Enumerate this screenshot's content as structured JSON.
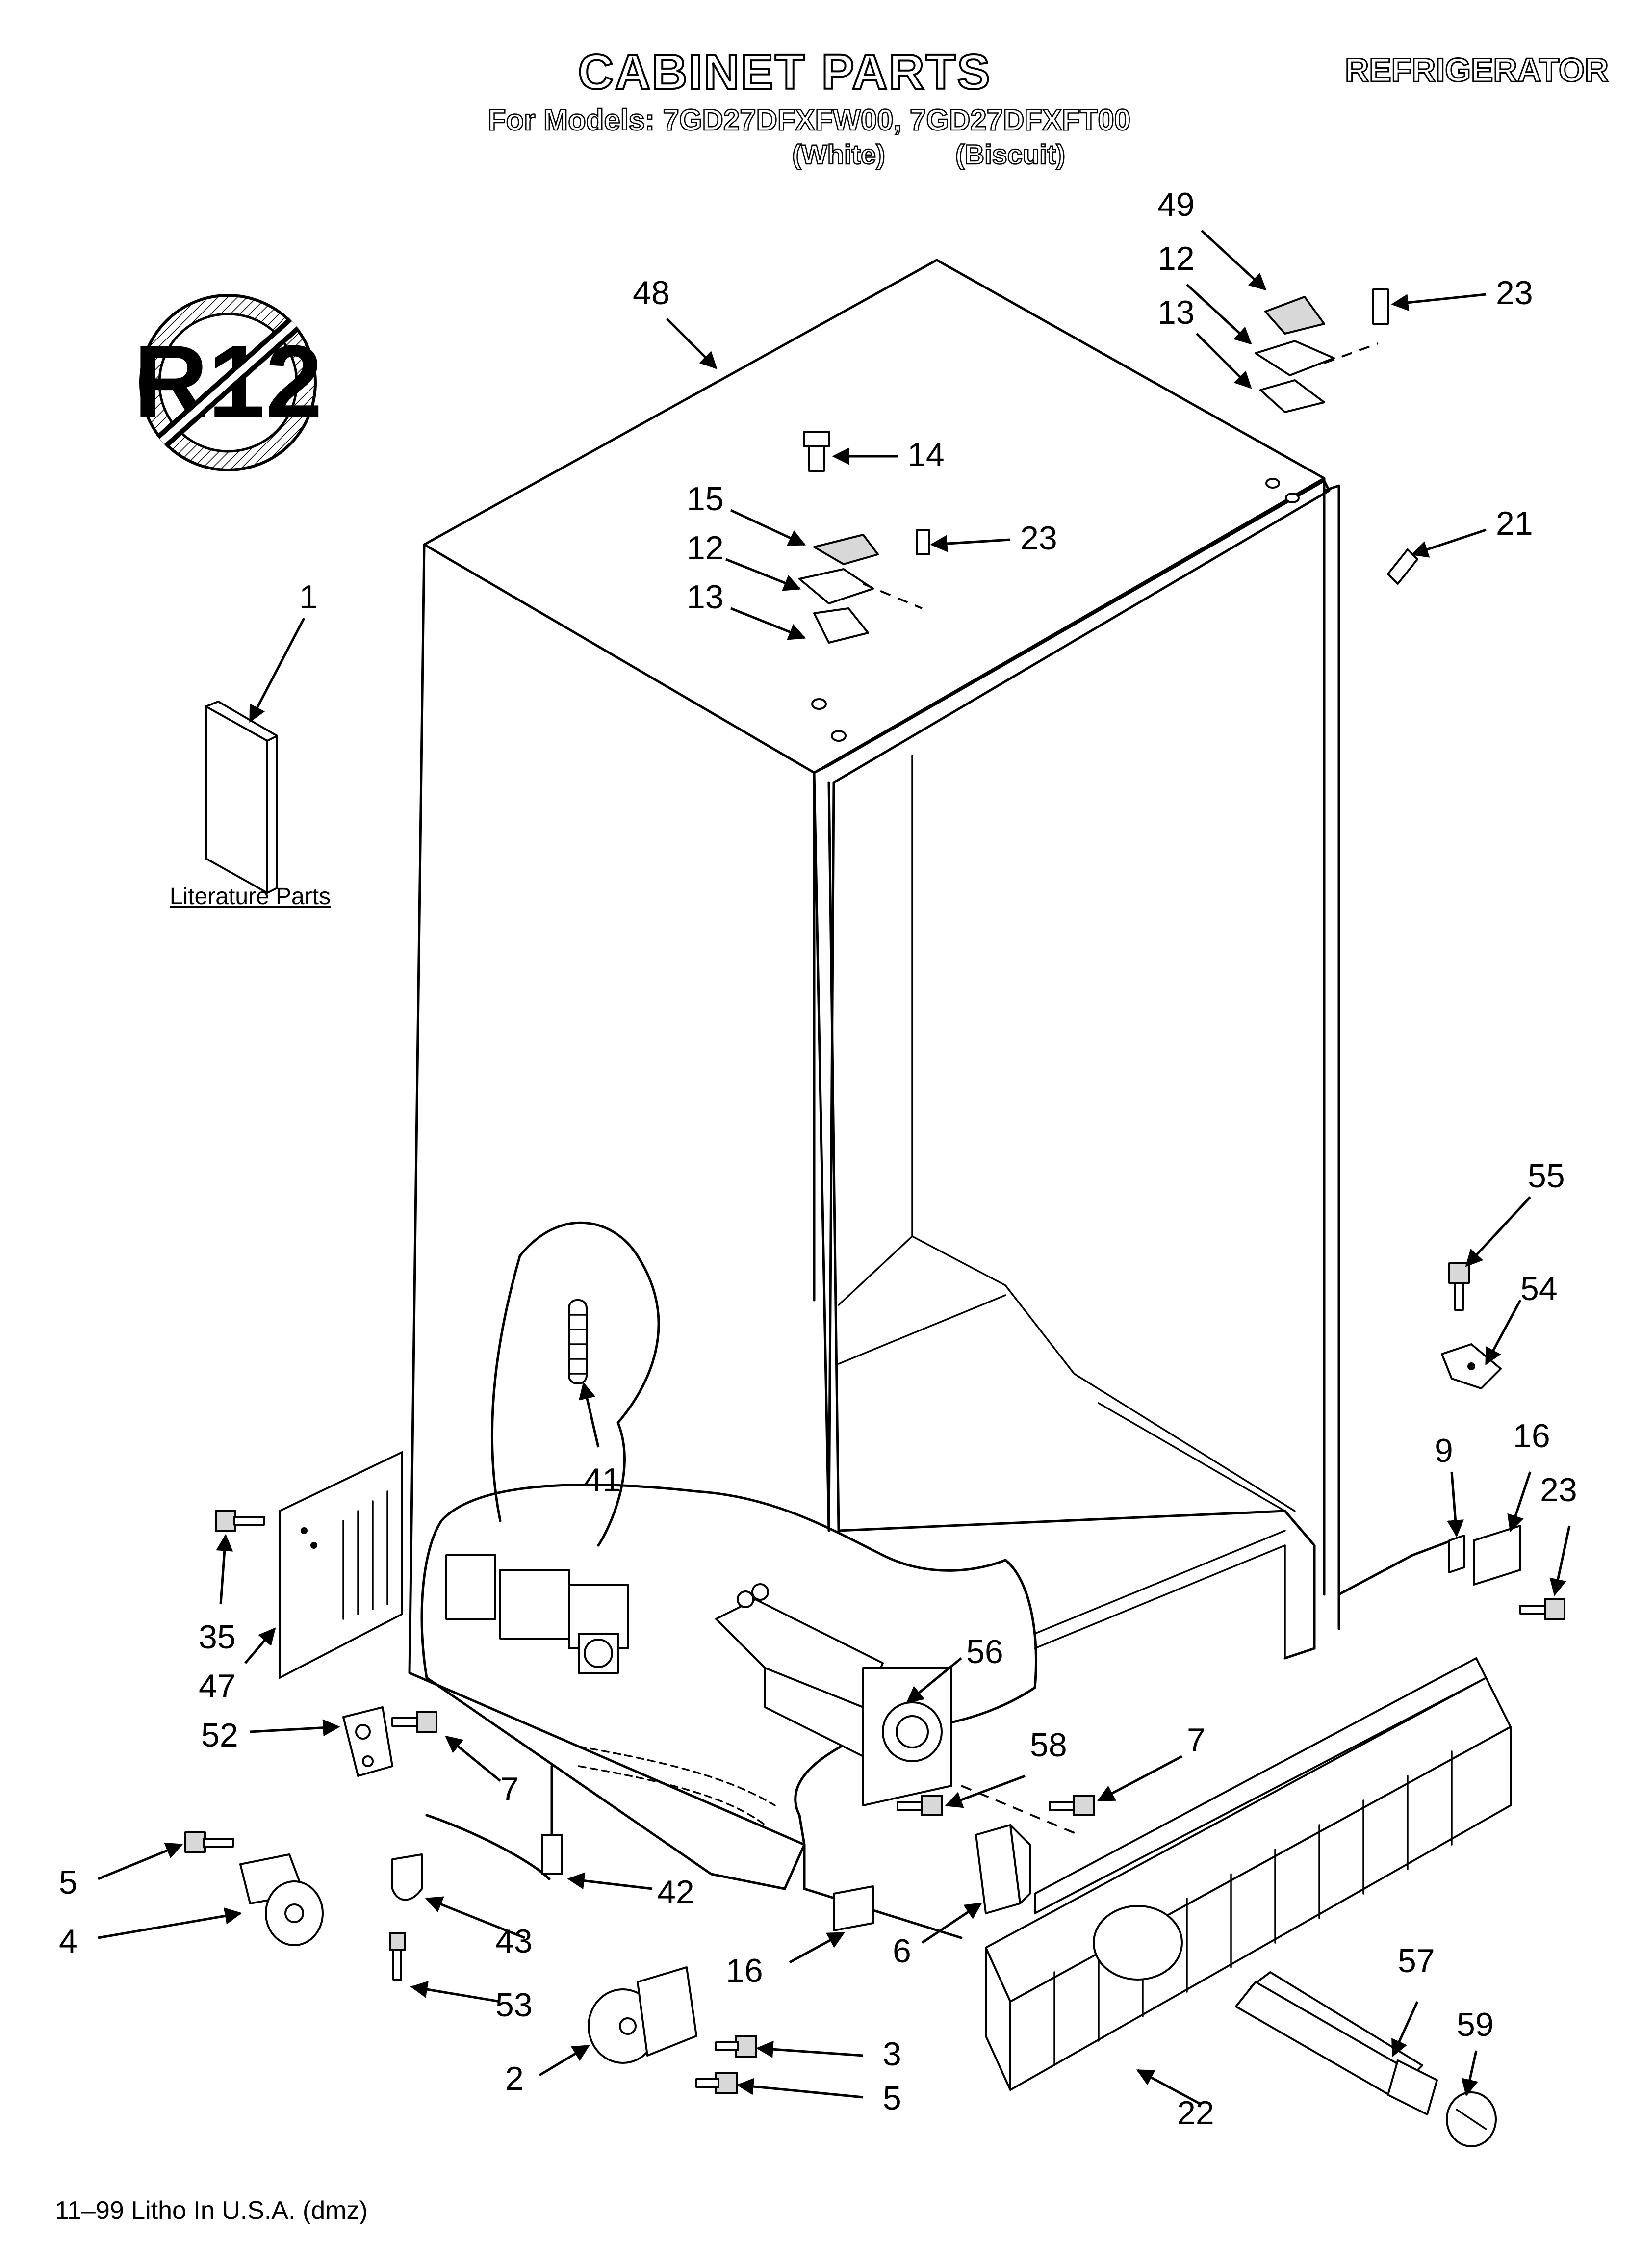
{
  "header": {
    "title": "CABINET PARTS",
    "category": "REFRIGERATOR",
    "models_line": "For Models: 7GD27DFXFW00, 7GD27DFXFT00",
    "color_white": "(White)",
    "color_biscuit": "(Biscuit)"
  },
  "badge": {
    "text": "R12",
    "meaning": "no-r12-refrigerant"
  },
  "literature_label": "Literature Parts",
  "footer": "11–99 Litho In U.S.A. (dmz)",
  "callouts": {
    "c48": "48",
    "c49": "49",
    "c12a": "12",
    "c13a": "13",
    "c23a": "23",
    "c14": "14",
    "c15": "15",
    "c12b": "12",
    "c13b": "13",
    "c23b": "23",
    "c21": "21",
    "c1": "1",
    "c55": "55",
    "c54": "54",
    "c9": "9",
    "c16a": "16",
    "c23c": "23",
    "c41": "41",
    "c35": "35",
    "c47": "47",
    "c52": "52",
    "c7a": "7",
    "c56": "56",
    "c58": "58",
    "c7b": "7",
    "c5a": "5",
    "c4": "4",
    "c42": "42",
    "c43": "43",
    "c53": "53",
    "c16b": "16",
    "c6": "6",
    "c2": "2",
    "c3": "3",
    "c5b": "5",
    "c22": "22",
    "c57": "57",
    "c59": "59"
  }
}
